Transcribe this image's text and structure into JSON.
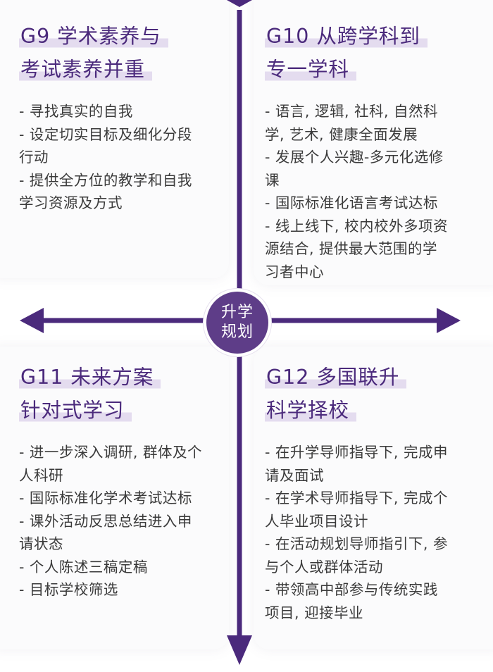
{
  "center": {
    "line1": "升学",
    "line2": "规划"
  },
  "colors": {
    "axis": "#4b2a7c",
    "circle": "#5e3d88",
    "title": "#4b2a7c",
    "highlight": "#e4dcef",
    "text": "#3a3a3a"
  },
  "quadrants": {
    "g9": {
      "title_lines": [
        "G9 学术素养与",
        "考试素养并重"
      ],
      "lines": [
        "- 寻找真实的自我",
        "- 设定切实目标及细化分段",
        "行动",
        "- 提供全方位的教学和自我",
        "学习资源及方式"
      ]
    },
    "g10": {
      "title_lines": [
        "G10 从跨学科到",
        "专一学科"
      ],
      "lines": [
        "- 语言, 逻辑, 社科, 自然科",
        "学, 艺术, 健康全面发展",
        "- 发展个人兴趣-多元化选修",
        "课",
        "- 国际标准化语言考试达标",
        "- 线上线下, 校内校外多项资",
        "源结合, 提供最大范围的学",
        "习者中心"
      ]
    },
    "g11": {
      "title_lines": [
        "G11 未来方案",
        "针对式学习"
      ],
      "lines": [
        "- 进一步深入调研, 群体及个",
        "人科研",
        "- 国际标准化学术考试达标",
        "- 课外活动反思总结进入申",
        "请状态",
        "- 个人陈述三稿定稿",
        "- 目标学校筛选"
      ]
    },
    "g12": {
      "title_lines": [
        "G12 多国联升",
        "科学择校"
      ],
      "lines": [
        "- 在升学导师指导下, 完成申",
        "请及面试",
        "- 在学术导师指导下, 完成个",
        "人毕业项目设计",
        "- 在活动规划导师指引下, 参",
        "与个人或群体活动",
        "- 带领高中部参与传统实践",
        "项目, 迎接毕业"
      ]
    }
  }
}
